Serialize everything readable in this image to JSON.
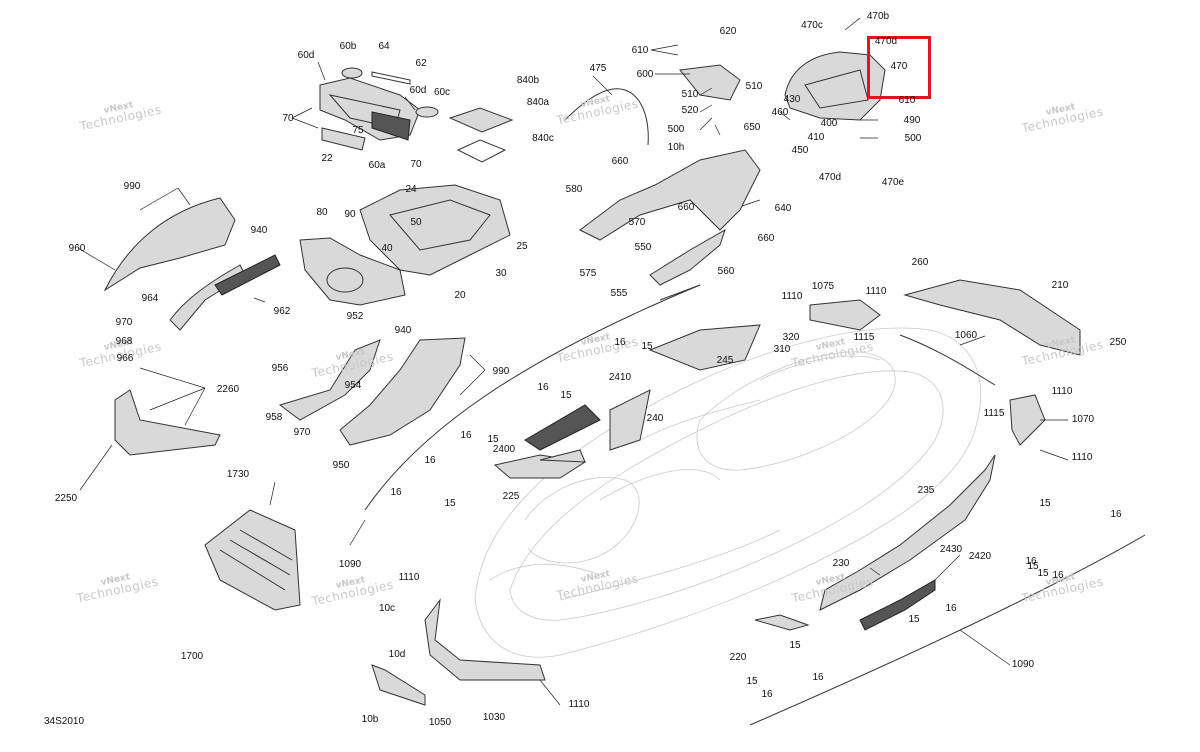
{
  "diagram_code": "34S2010",
  "watermark": {
    "line1": "vNext",
    "line2": "Technologies"
  },
  "highlight_color": "#e0161d",
  "labels": [
    "60d",
    "60b",
    "64",
    "62",
    "60d",
    "60c",
    "70",
    "75",
    "22",
    "60a",
    "70",
    "840b",
    "840a",
    "840c",
    "475",
    "610",
    "620",
    "600",
    "510",
    "520",
    "500",
    "510",
    "650",
    "470c",
    "470b",
    "470d",
    "470",
    "430",
    "460",
    "400",
    "410",
    "450",
    "490",
    "500",
    "470d",
    "470e",
    "610",
    "24",
    "80",
    "90",
    "50",
    "40",
    "25",
    "30",
    "20",
    "660",
    "10h",
    "580",
    "570",
    "660",
    "640",
    "660",
    "550",
    "560",
    "575",
    "555",
    "990",
    "940",
    "960",
    "964",
    "962",
    "970",
    "968",
    "966",
    "2260",
    "2250",
    "952",
    "940",
    "956",
    "954",
    "958",
    "970",
    "950",
    "990",
    "16",
    "15",
    "245",
    "16",
    "15",
    "2410",
    "240",
    "16",
    "15",
    "2400",
    "225",
    "16",
    "16",
    "15",
    "1090",
    "1110",
    "1075",
    "1110",
    "320",
    "1115",
    "310",
    "1060",
    "260",
    "210",
    "250",
    "1110",
    "1115",
    "1070",
    "1110",
    "1730",
    "1700",
    "1110",
    "10c",
    "10d",
    "10b",
    "1050",
    "1030",
    "1110",
    "235",
    "230",
    "2430",
    "2420",
    "220",
    "15",
    "16",
    "15",
    "16",
    "15",
    "16",
    "15",
    "16",
    "15",
    "16",
    "1090",
    "15",
    "16"
  ]
}
